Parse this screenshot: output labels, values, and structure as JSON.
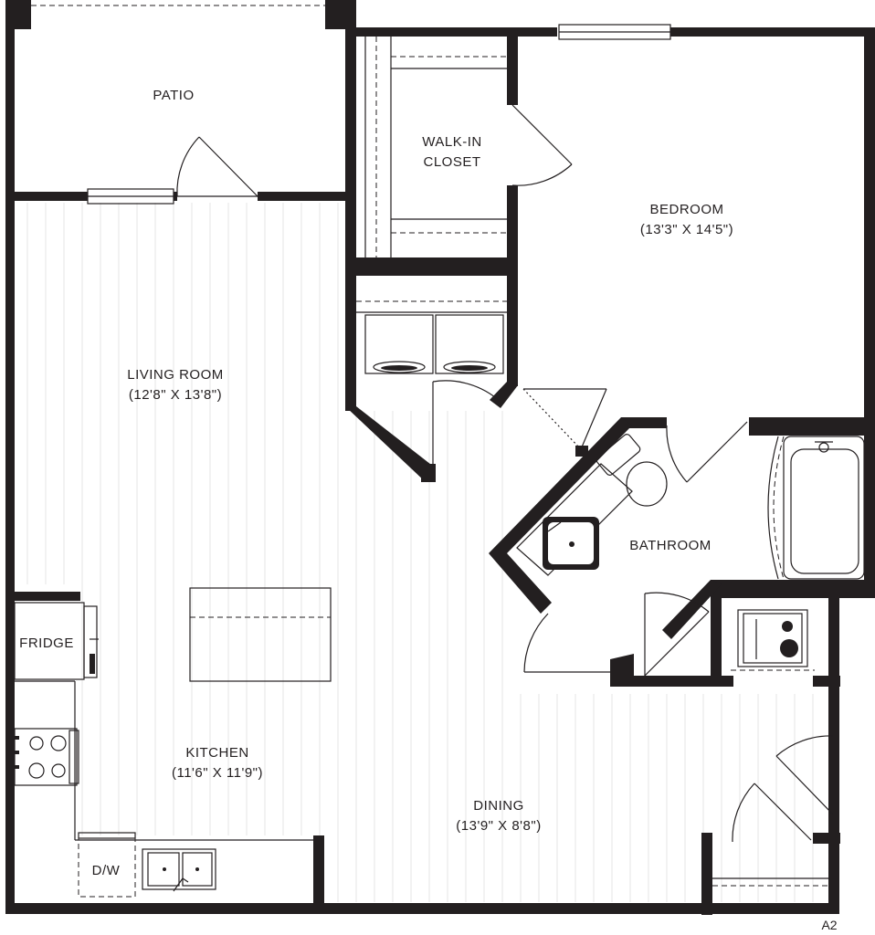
{
  "plan": {
    "rooms": {
      "patio": {
        "name": "PATIO"
      },
      "walk_in_closet": {
        "line1": "WALK-IN",
        "line2": "CLOSET"
      },
      "bedroom": {
        "name": "BEDROOM",
        "size": "(13'3\" X 14'5\")"
      },
      "living_room": {
        "name": "LIVING ROOM",
        "size": "(12'8\" X 13'8\")"
      },
      "bathroom": {
        "name": "BATHROOM"
      },
      "kitchen": {
        "name": "KITCHEN",
        "size": "(11'6\" X 11'9\")"
      },
      "dining": {
        "name": "DINING",
        "size": "(13'9\" X 8'8\")"
      }
    },
    "fixtures": {
      "fridge": "FRIDGE",
      "dishwasher": "D/W"
    },
    "unit_code": "A2"
  },
  "colors": {
    "wall": "#231f20",
    "floor_lines": "#e4e4e4",
    "background": "#ffffff"
  }
}
